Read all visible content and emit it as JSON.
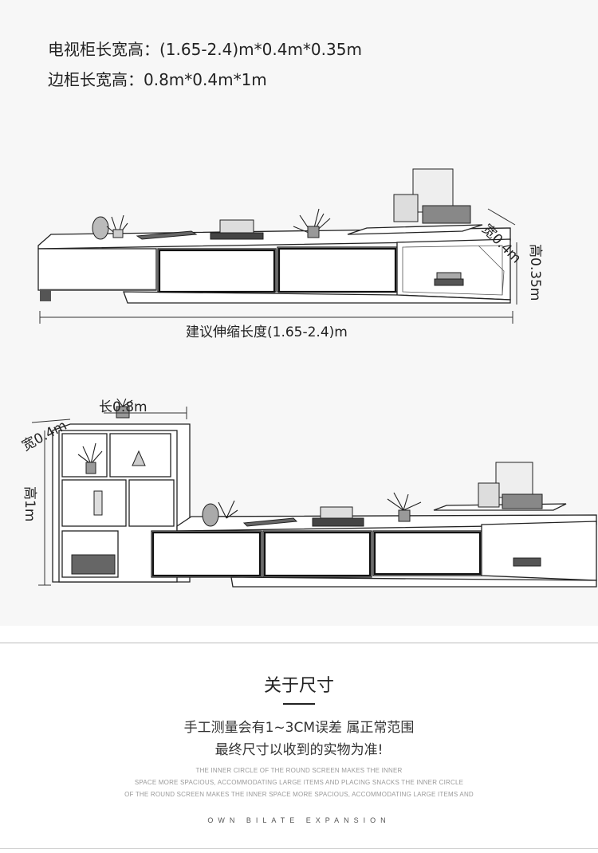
{
  "specs": {
    "tv_cabinet": "电视柜长宽高：(1.65-2.4)m*0.4m*0.35m",
    "side_cabinet": "边柜长宽高：0.8m*0.4m*1m"
  },
  "top_drawing": {
    "width_label": "宽0.4m",
    "height_label": "高0.35m",
    "length_label": "建议伸缩长度(1.65-2.4)m"
  },
  "bottom_drawing": {
    "width_label": "宽0.4m",
    "length_label": "长0.8m",
    "height_label": "高1m"
  },
  "section": {
    "title": "关于尺寸",
    "note_line1": "手工测量会有1~3CM误差 属正常范围",
    "note_line2": "最终尺寸以收到的实物为准!",
    "english_lines": [
      "THE INNER CIRCLE OF THE ROUND SCREEN MAKES THE INNER",
      "SPACE MORE SPACIOUS, ACCOMMODATING LARGE ITEMS AND PLACING SNACKS THE INNER CIRCLE",
      "OF THE ROUND SCREEN MAKES THE INNER SPACE MORE SPACIOUS, ACCOMMODATING LARGE ITEMS AND"
    ],
    "tagline": "OWN BILATE EXPANSION"
  }
}
